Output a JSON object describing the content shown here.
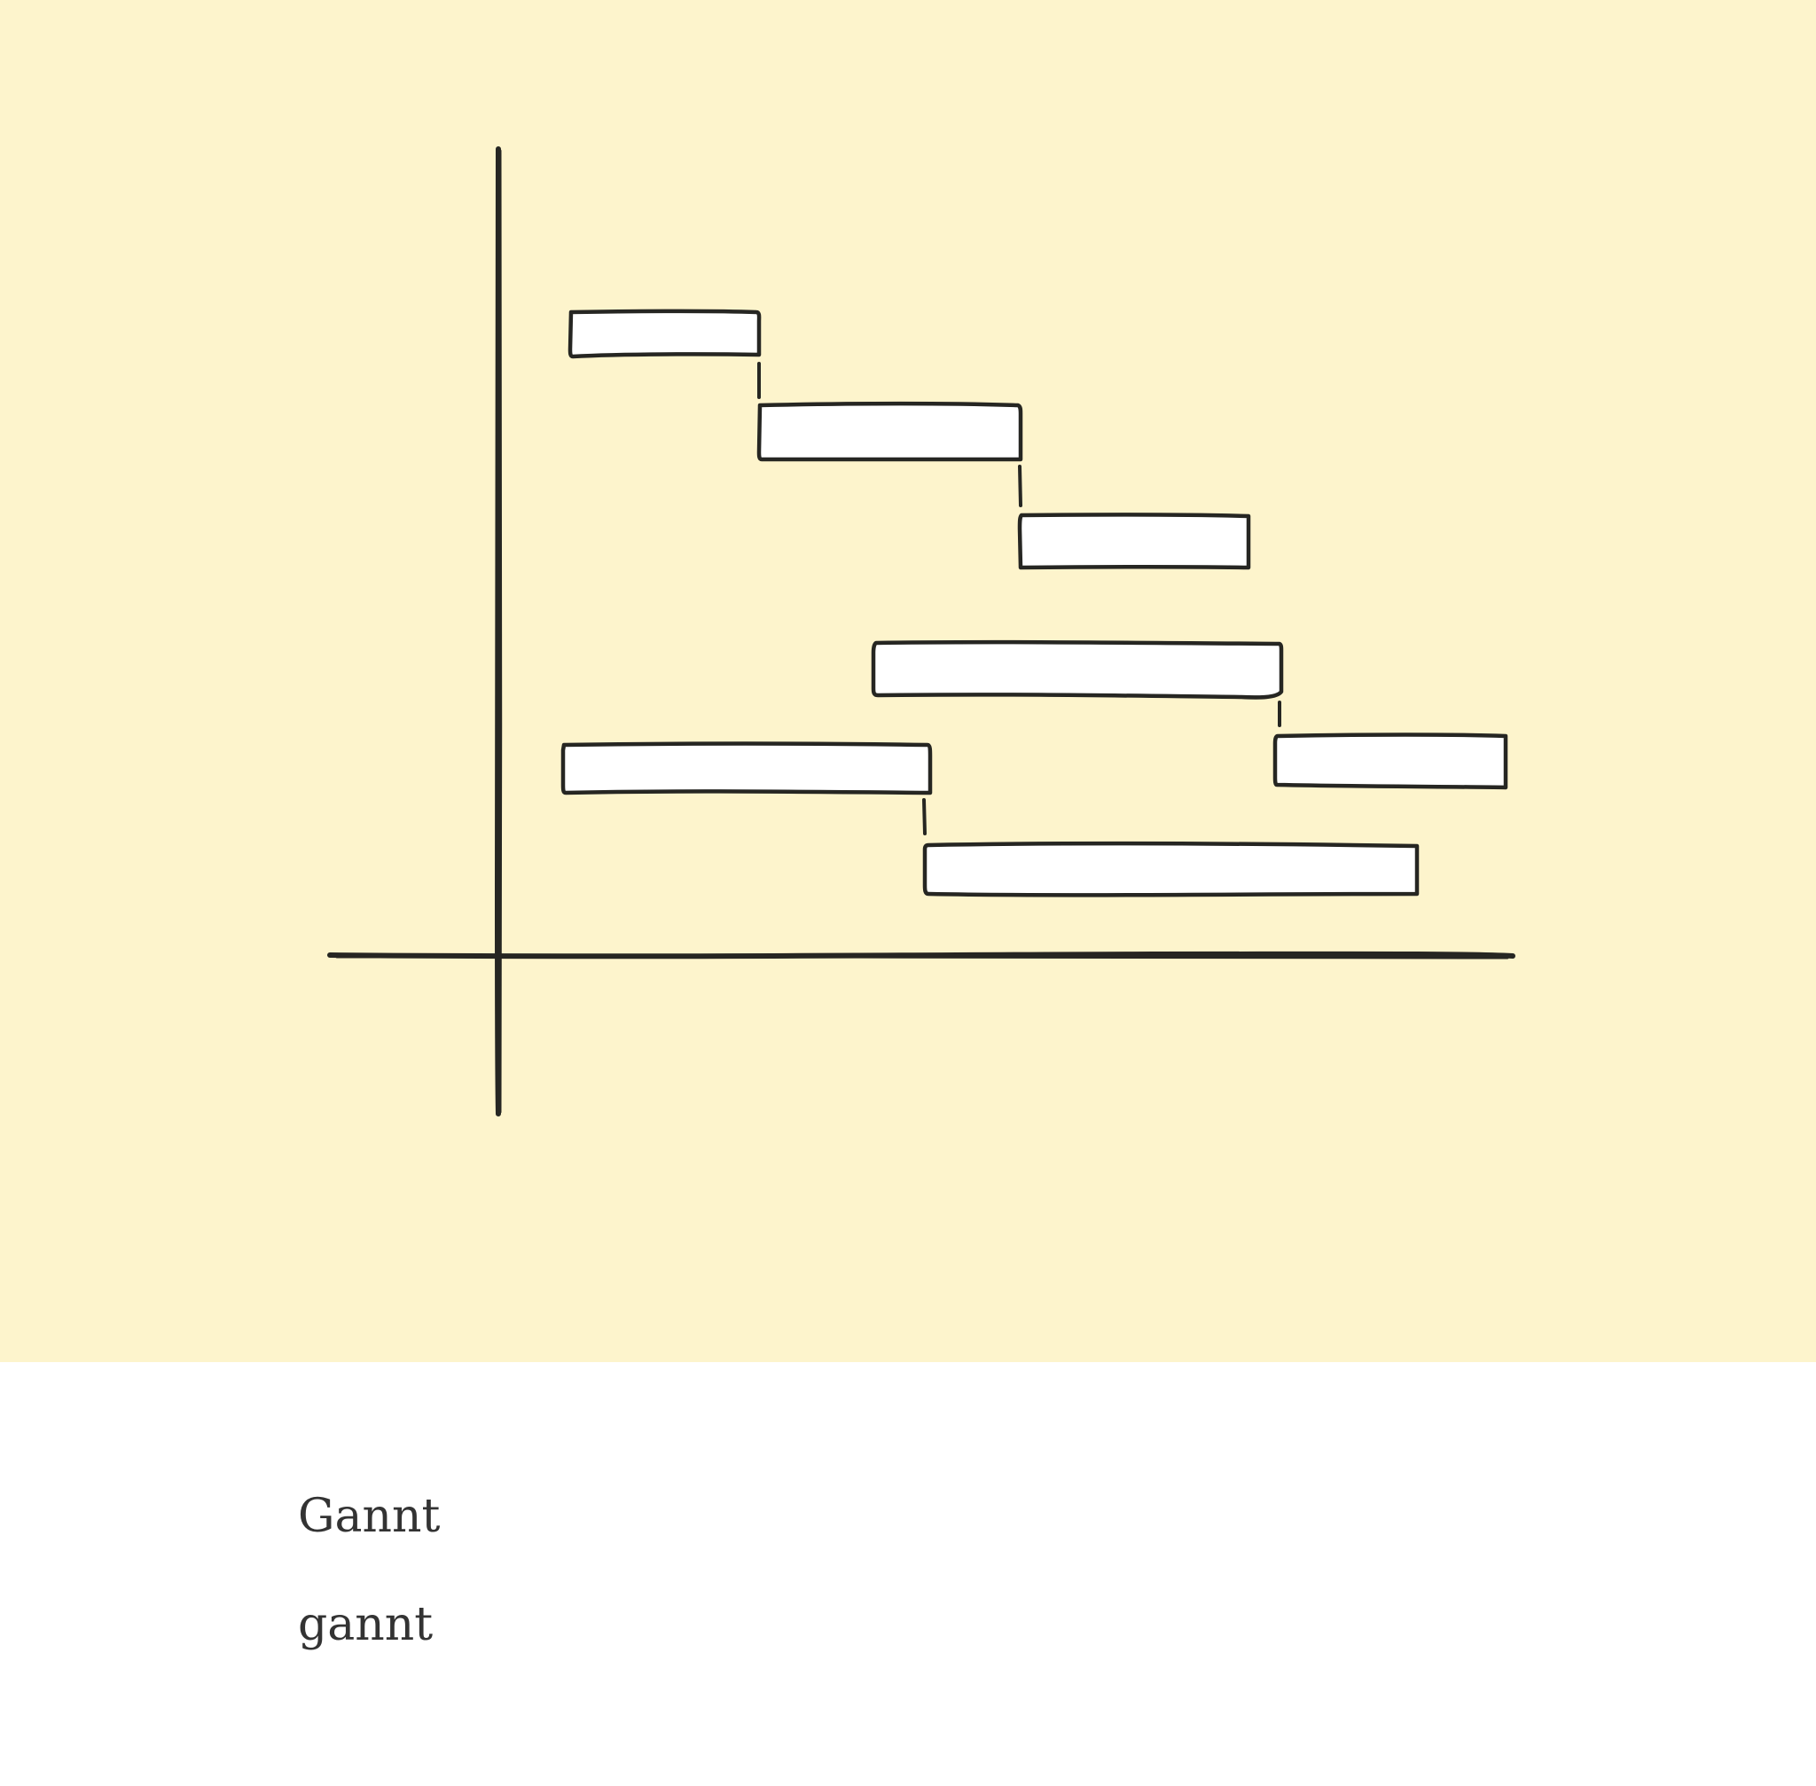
{
  "card": {
    "title": "Gannt",
    "subtitle": "gannt",
    "background_color": "#fdf4cc",
    "stroke_color": "#262622",
    "bar_fill_color": "#ffffff"
  },
  "illustration": {
    "icon": "gantt-chart-sketch",
    "bar_count": 7,
    "dependency_links": [
      {
        "from": 1,
        "to": 2
      },
      {
        "from": 2,
        "to": 3
      },
      {
        "from": 4,
        "to": 5
      },
      {
        "from": 6,
        "to": 7
      }
    ]
  }
}
